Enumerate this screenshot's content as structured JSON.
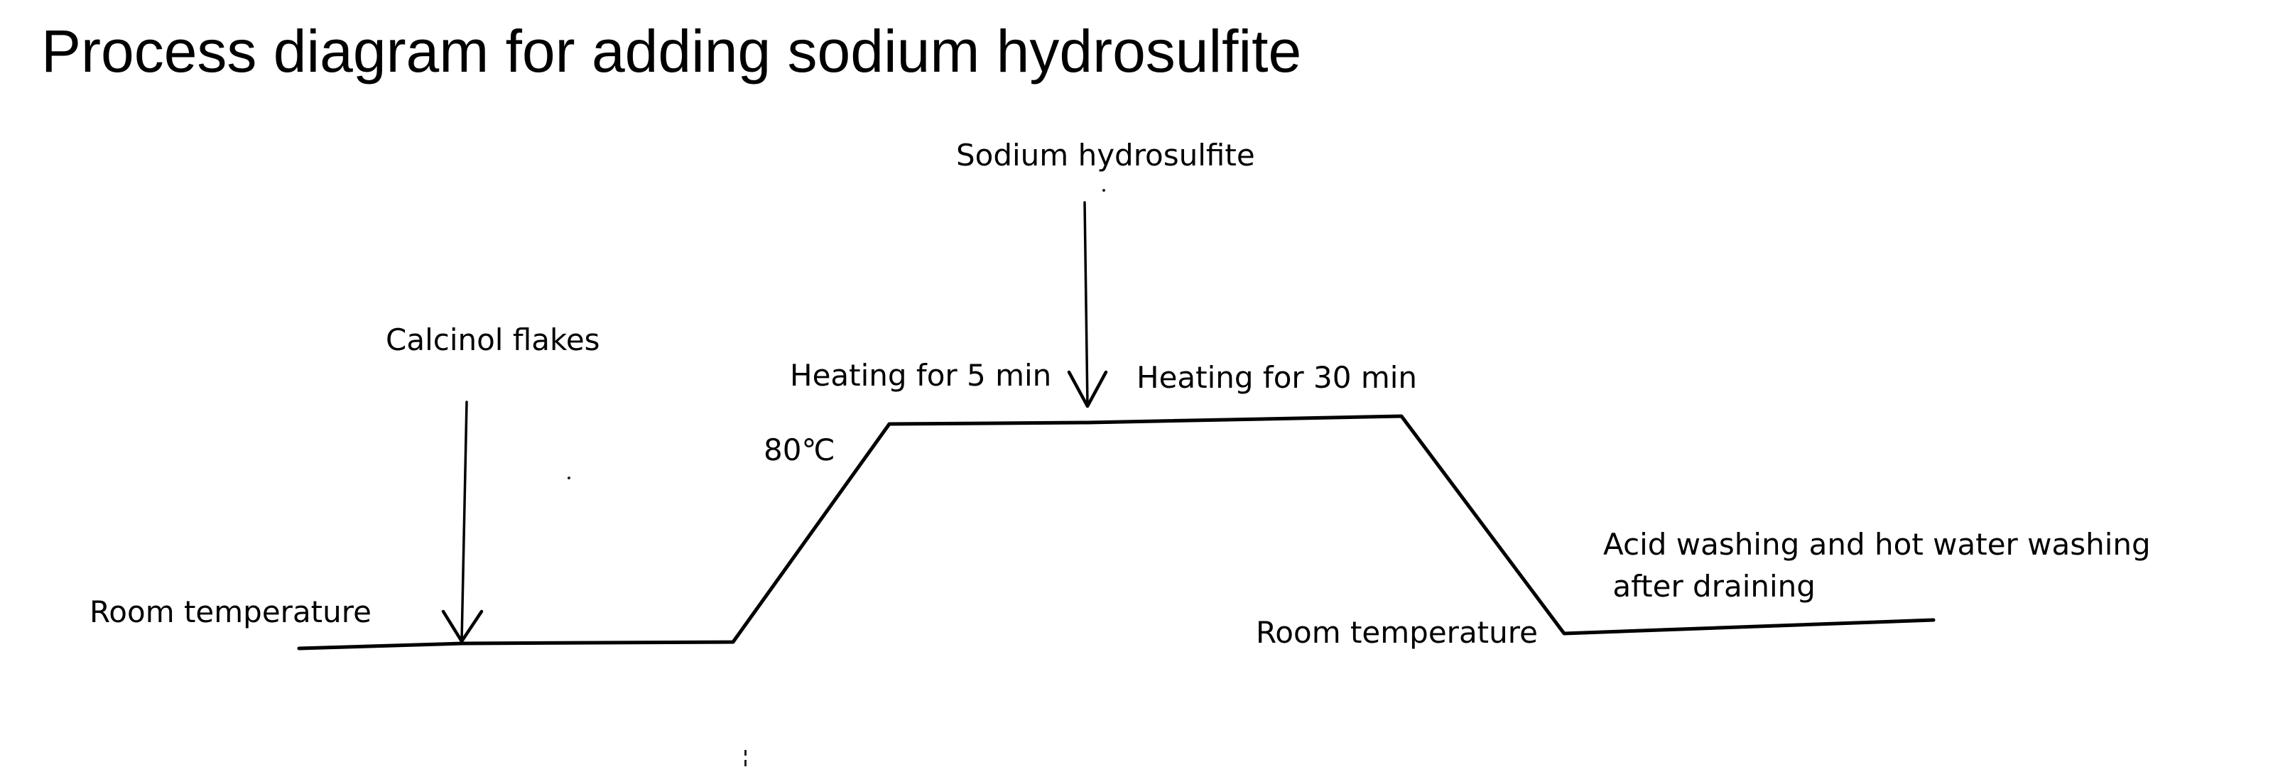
{
  "title": "Process diagram for adding sodium hydrosulfite",
  "labels": {
    "sodium_hydrosulfite": "Sodium hydrosulfite",
    "calcinol_flakes": "Calcinol flakes",
    "heating_5": "Heating for 5 min",
    "heating_30": "Heating for 30 min",
    "temp_80": "80℃",
    "room_temp_start": "Room temperature",
    "room_temp_end": "Room temperature",
    "acid_wash_line1": "Acid washing and hot water washing",
    "acid_wash_line2": " after draining"
  },
  "process_profile": {
    "stages": [
      {
        "name": "Room temperature",
        "addition": "Calcinol flakes"
      },
      {
        "name": "Ramp up to 80℃"
      },
      {
        "name": "Heating for 5 min",
        "temperature": "80℃"
      },
      {
        "name": "Add sodium hydrosulfite",
        "addition": "Sodium hydrosulfite"
      },
      {
        "name": "Heating for 30 min",
        "temperature": "80℃"
      },
      {
        "name": "Cool down to room temperature"
      },
      {
        "name": "Acid washing and hot water washing after draining",
        "temperature": "Room temperature"
      }
    ]
  },
  "colors": {
    "line": "#000000",
    "background": "#ffffff"
  }
}
